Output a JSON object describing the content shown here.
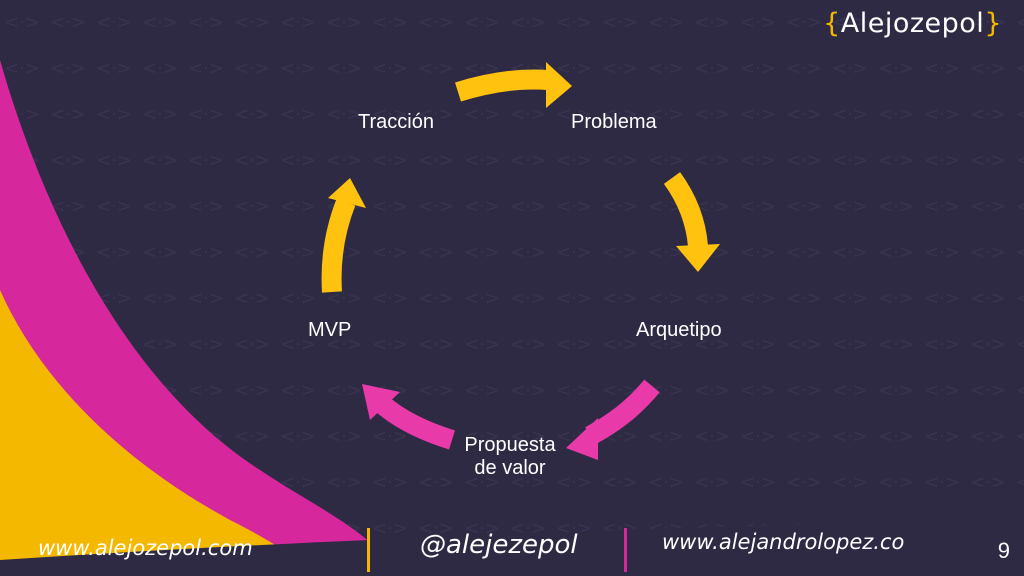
{
  "logo": {
    "open_brace": "{",
    "name": "Alejozepol",
    "close_brace": "}"
  },
  "cycle": {
    "nodes": [
      {
        "label": "Problema"
      },
      {
        "label": "Arquetipo"
      },
      {
        "label": "Propuesta\nde valor"
      },
      {
        "label": "MVP"
      },
      {
        "label": "Tracción"
      }
    ]
  },
  "footer": {
    "website_left": "www.alejozepol.com",
    "handle": "@alejezepol",
    "website_right": "www.alejandrolopez.co",
    "page_number": "9"
  },
  "colors": {
    "background": "#2f2a44",
    "yellow_accent": "#f5b800",
    "magenta_accent": "#d6279c",
    "arrow_yellow": "#ffc20e",
    "arrow_pink": "#e83aa8"
  }
}
